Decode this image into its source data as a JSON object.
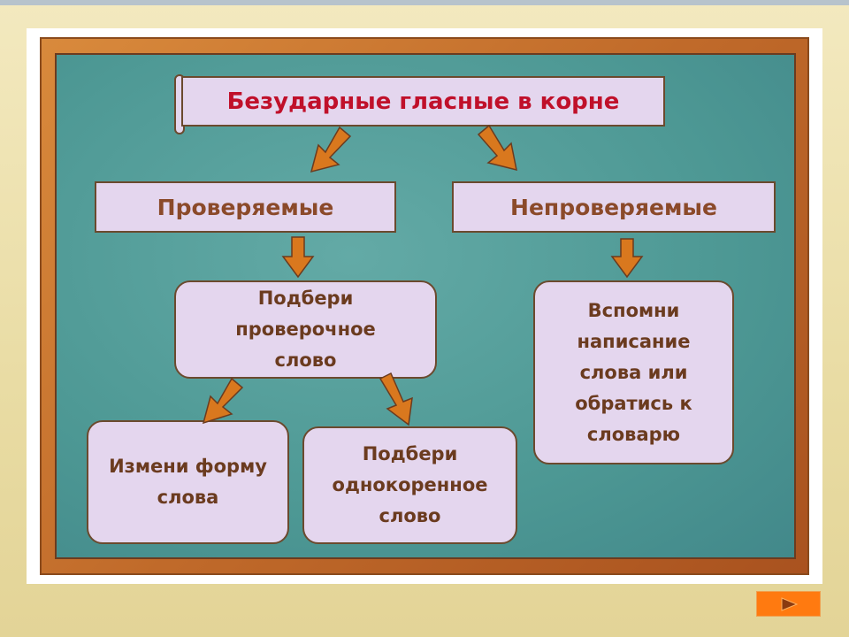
{
  "title": "Безударные гласные в корне",
  "categories": {
    "checkable": "Проверяемые",
    "uncheckable": "Непроверяемые"
  },
  "checkable_rule": "Подбери проверочное слово",
  "uncheckable_rule": "Вспомни написание слова или обратись к словарю",
  "methods": {
    "change_form": "Измени форму слова",
    "same_root": "Подбери однокоренное слово"
  },
  "colors": {
    "title": "#c0102a",
    "arrow": "#d9781e",
    "board": "#4f9a96",
    "box": "#e4d6ee"
  },
  "nav": {
    "next_icon": "play-triangle-icon"
  }
}
